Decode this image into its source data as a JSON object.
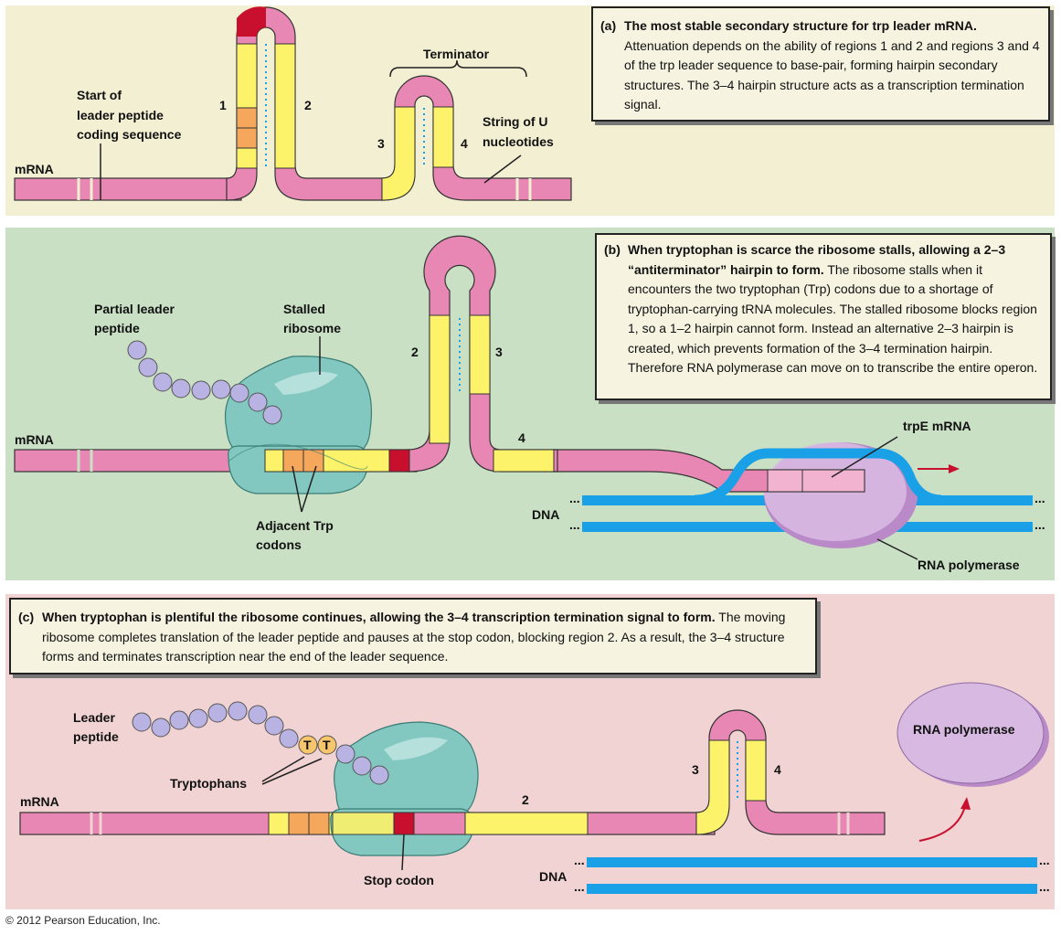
{
  "colors": {
    "mrna_pink": "#e887b3",
    "region_yellow": "#fdf36a",
    "codon_orange": "#f5a85c",
    "stop_red": "#c8102e",
    "ribosome_teal": "#82c8c0",
    "bead_lavender": "#b9b3e4",
    "polymerase_purple": "#d7b9e2",
    "dna_blue": "#1aa0e6",
    "panel_a_bg": "#f3efd2",
    "panel_b_bg": "#c9e0c4",
    "panel_c_bg": "#f0d3d2"
  },
  "panel_a": {
    "caption_tag": "(a)",
    "caption_heading": "The most stable secondary structure for trp leader mRNA.",
    "caption_body": "Attenuation depends on the ability of regions 1 and 2 and regions 3 and 4 of the trp leader sequence to base-pair, forming hairpin secondary structures. The 3–4 hairpin structure acts as a transcription termination signal.",
    "labels": {
      "mrna": "mRNA",
      "start_line1": "Start of",
      "start_line2": "leader peptide",
      "start_line3": "coding sequence",
      "region1": "1",
      "region2": "2",
      "region3": "3",
      "region4": "4",
      "terminator": "Terminator",
      "u_line1": "String of U",
      "u_line2": "nucleotides"
    }
  },
  "panel_b": {
    "caption_tag": "(b)",
    "caption_heading": "When tryptophan is scarce the ribosome stalls, allowing a 2–3 “antiterminator” hairpin to form.",
    "caption_body": "The ribosome stalls when it encounters the two tryptophan (Trp) codons due to a shortage of tryptophan-carrying tRNA molecules. The stalled ribosome blocks region 1, so a 1–2 hairpin cannot form. Instead an alternative 2–3 hairpin is created, which prevents formation of the 3–4 termination hairpin. Therefore RNA polymerase can move on to transcribe the entire operon.",
    "labels": {
      "mrna": "mRNA",
      "peptide_line1": "Partial leader",
      "peptide_line2": "peptide",
      "ribosome_line1": "Stalled",
      "ribosome_line2": "ribosome",
      "region2": "2",
      "region3": "3",
      "region4": "4",
      "trpe": "trpE mRNA",
      "dna": "DNA",
      "dots": "...",
      "codons_line1": "Adjacent Trp",
      "codons_line2": "codons",
      "polymerase": "RNA polymerase"
    }
  },
  "panel_c": {
    "caption_tag": "(c)",
    "caption_heading": "When tryptophan is plentiful the ribosome continues, allowing the 3–4 transcription termination signal to form.",
    "caption_body": "The moving ribosome completes translation of the leader peptide and pauses at the stop codon, blocking region 2. As a result, the 3–4 structure forms and terminates transcription near the end of the leader sequence.",
    "labels": {
      "mrna": "mRNA",
      "peptide_line1": "Leader",
      "peptide_line2": "peptide",
      "tryptophans": "Tryptophans",
      "trp_bead": "T",
      "region2": "2",
      "region3": "3",
      "region4": "4",
      "stop_codon": "Stop codon",
      "dna": "DNA",
      "dots": "...",
      "polymerase": "RNA polymerase"
    }
  },
  "copyright": "© 2012 Pearson Education, Inc."
}
